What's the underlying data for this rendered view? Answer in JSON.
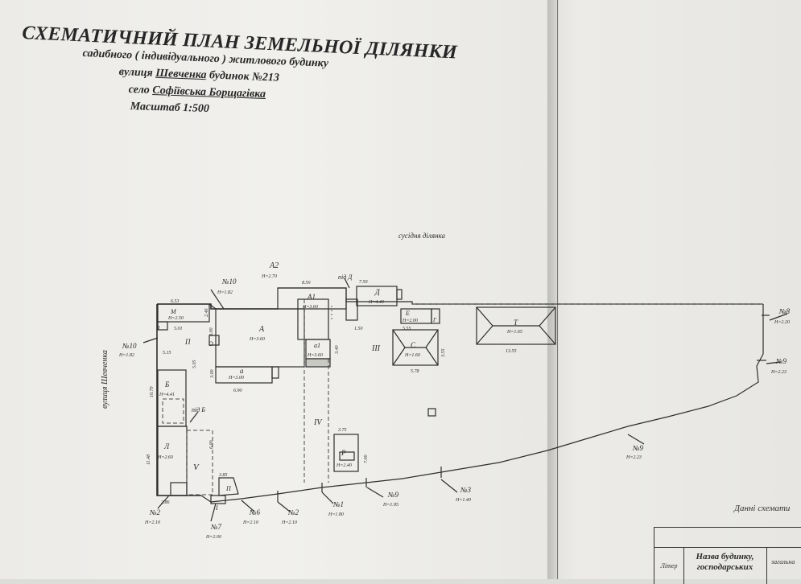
{
  "header": {
    "title": "СХЕМАТИЧНИЙ ПЛАН ЗЕМЕЛЬНОЇ ДІЛЯНКИ",
    "subtitle": "садибного ( індивідуального ) житлового будинку",
    "street_prefix": "вулиця",
    "street_name": "Шевченка",
    "house_prefix": "будинок №213",
    "village_prefix": "село",
    "village_name": "Софіївська Борщагівка",
    "scale": "Масштаб 1:500"
  },
  "plan_labels": {
    "neighbor": "сусідня ділянка",
    "street_vertical": "вулиця Шевченка",
    "A2": "А2",
    "A2_h": "H=2.70",
    "A1": "А1",
    "A1_h": "H=3.60",
    "pidD": "під Д",
    "D": "Д",
    "D_h": "H=4.40",
    "E": "Е",
    "E_h": "H=2.00",
    "A": "А",
    "A_h": "H=3.60",
    "a": "а",
    "a_h": "H=3.00",
    "a1": "а1",
    "a1_h": "H=3.60",
    "M": "М",
    "M_h": "H=2.50",
    "N10a": "№10",
    "N10a_h": "H=1.82",
    "N10b": "№10",
    "N10b_h": "H=1.82",
    "B": "Б",
    "B_h": "H=4.41",
    "pidB": "під Б",
    "L": "Л",
    "L_h": "H=2.60",
    "V": "V",
    "IV": "IV",
    "III": "III",
    "C": "С",
    "C_h": "H=1.60",
    "T": "Т",
    "T_h": "H=1.65",
    "R": "Р",
    "R_h": "H=2.40",
    "N8": "№8",
    "N8_h": "H=2.20",
    "N9a": "№9",
    "N9a_h": "H=2.23",
    "N9b": "№9",
    "N9b_h": "H=2.23",
    "N9c": "№9",
    "N9c_h": "H=1.95",
    "N3": "№3",
    "N3_h": "H=1.40",
    "N1": "№1",
    "N1_h": "H=1.80",
    "N2a": "№2",
    "N2a_h": "H=2.10",
    "N2b": "№2",
    "N2b_h": "H=2.10",
    "N6": "№6",
    "N6_h": "H=2.10",
    "N7": "№7",
    "N7_h": "H=2.00",
    "P": "П",
    "I": "I",
    "O": "О",
    "Pi": "П",
    "G": "Г",
    "dims": {
      "d650": "6.53",
      "d850": "8.50",
      "d750": "7.50",
      "d501": "5.01",
      "d600": "8.00",
      "d515": "5.15",
      "d505": "5.05",
      "d690": "6.90",
      "d300": "3.00",
      "d340": "3.40",
      "d578": "5.78",
      "d1355": "13.55",
      "d375": "3.75",
      "d700": "7.00",
      "d1079": "10.79",
      "d1148": "11.48",
      "d286": "2.86",
      "d385": "3.85",
      "d150": "1.50",
      "d555": "5.55",
      "d355": "3.55",
      "d600b": "6.00",
      "d246": "2.46"
    }
  },
  "note": "Данні схемати",
  "table": {
    "liter": "Літер",
    "name_line1": "Назва будинку,",
    "name_line2": "господарських",
    "col3": "загальна"
  }
}
